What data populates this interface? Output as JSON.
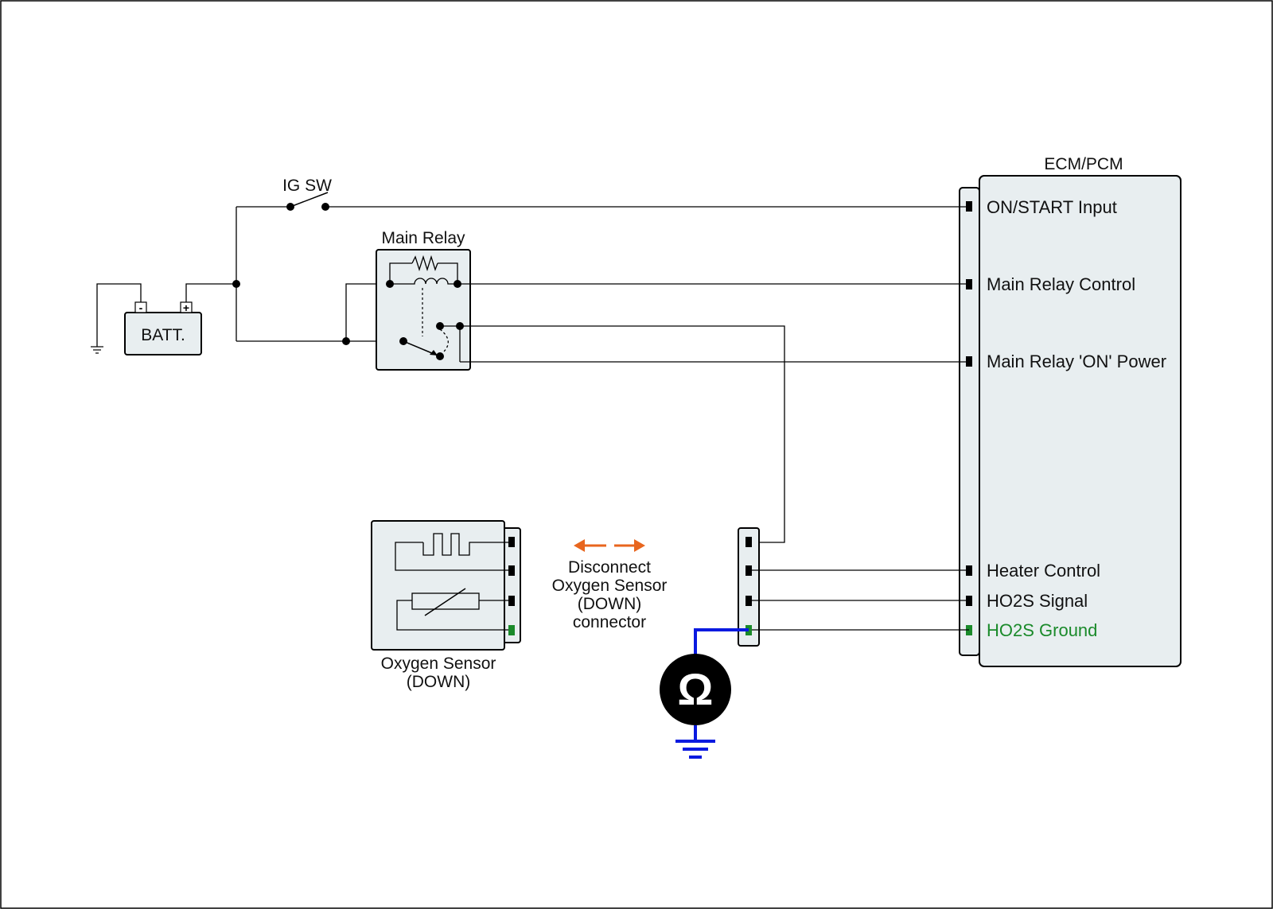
{
  "ecm": {
    "title": "ECM/PCM",
    "pins": {
      "on_start": "ON/START Input",
      "main_relay_control": "Main Relay Control",
      "main_relay_on_power": "Main Relay 'ON' Power",
      "heater_control": "Heater Control",
      "ho2s_signal": "HO2S Signal",
      "ho2s_ground": "HO2S Ground"
    }
  },
  "ig_switch": {
    "label": "IG SW"
  },
  "main_relay": {
    "label": "Main Relay"
  },
  "battery": {
    "label": "BATT.",
    "minus": "-",
    "plus": "+"
  },
  "oxygen_sensor": {
    "line1": "Oxygen Sensor",
    "line2": "(DOWN)"
  },
  "instruction": {
    "line1": "Disconnect",
    "line2": "Oxygen Sensor",
    "line3": "(DOWN)",
    "line4": "connector"
  },
  "ohmmeter": {
    "symbol": "Ω"
  },
  "colors": {
    "ground_highlight": "#1a8a2a",
    "meter_lead": "#0a1ae0",
    "arrow": "#e8661e",
    "component_fill": "#e8eef0",
    "pin_black": "#000000",
    "pin_green": "#1a8a2a"
  }
}
